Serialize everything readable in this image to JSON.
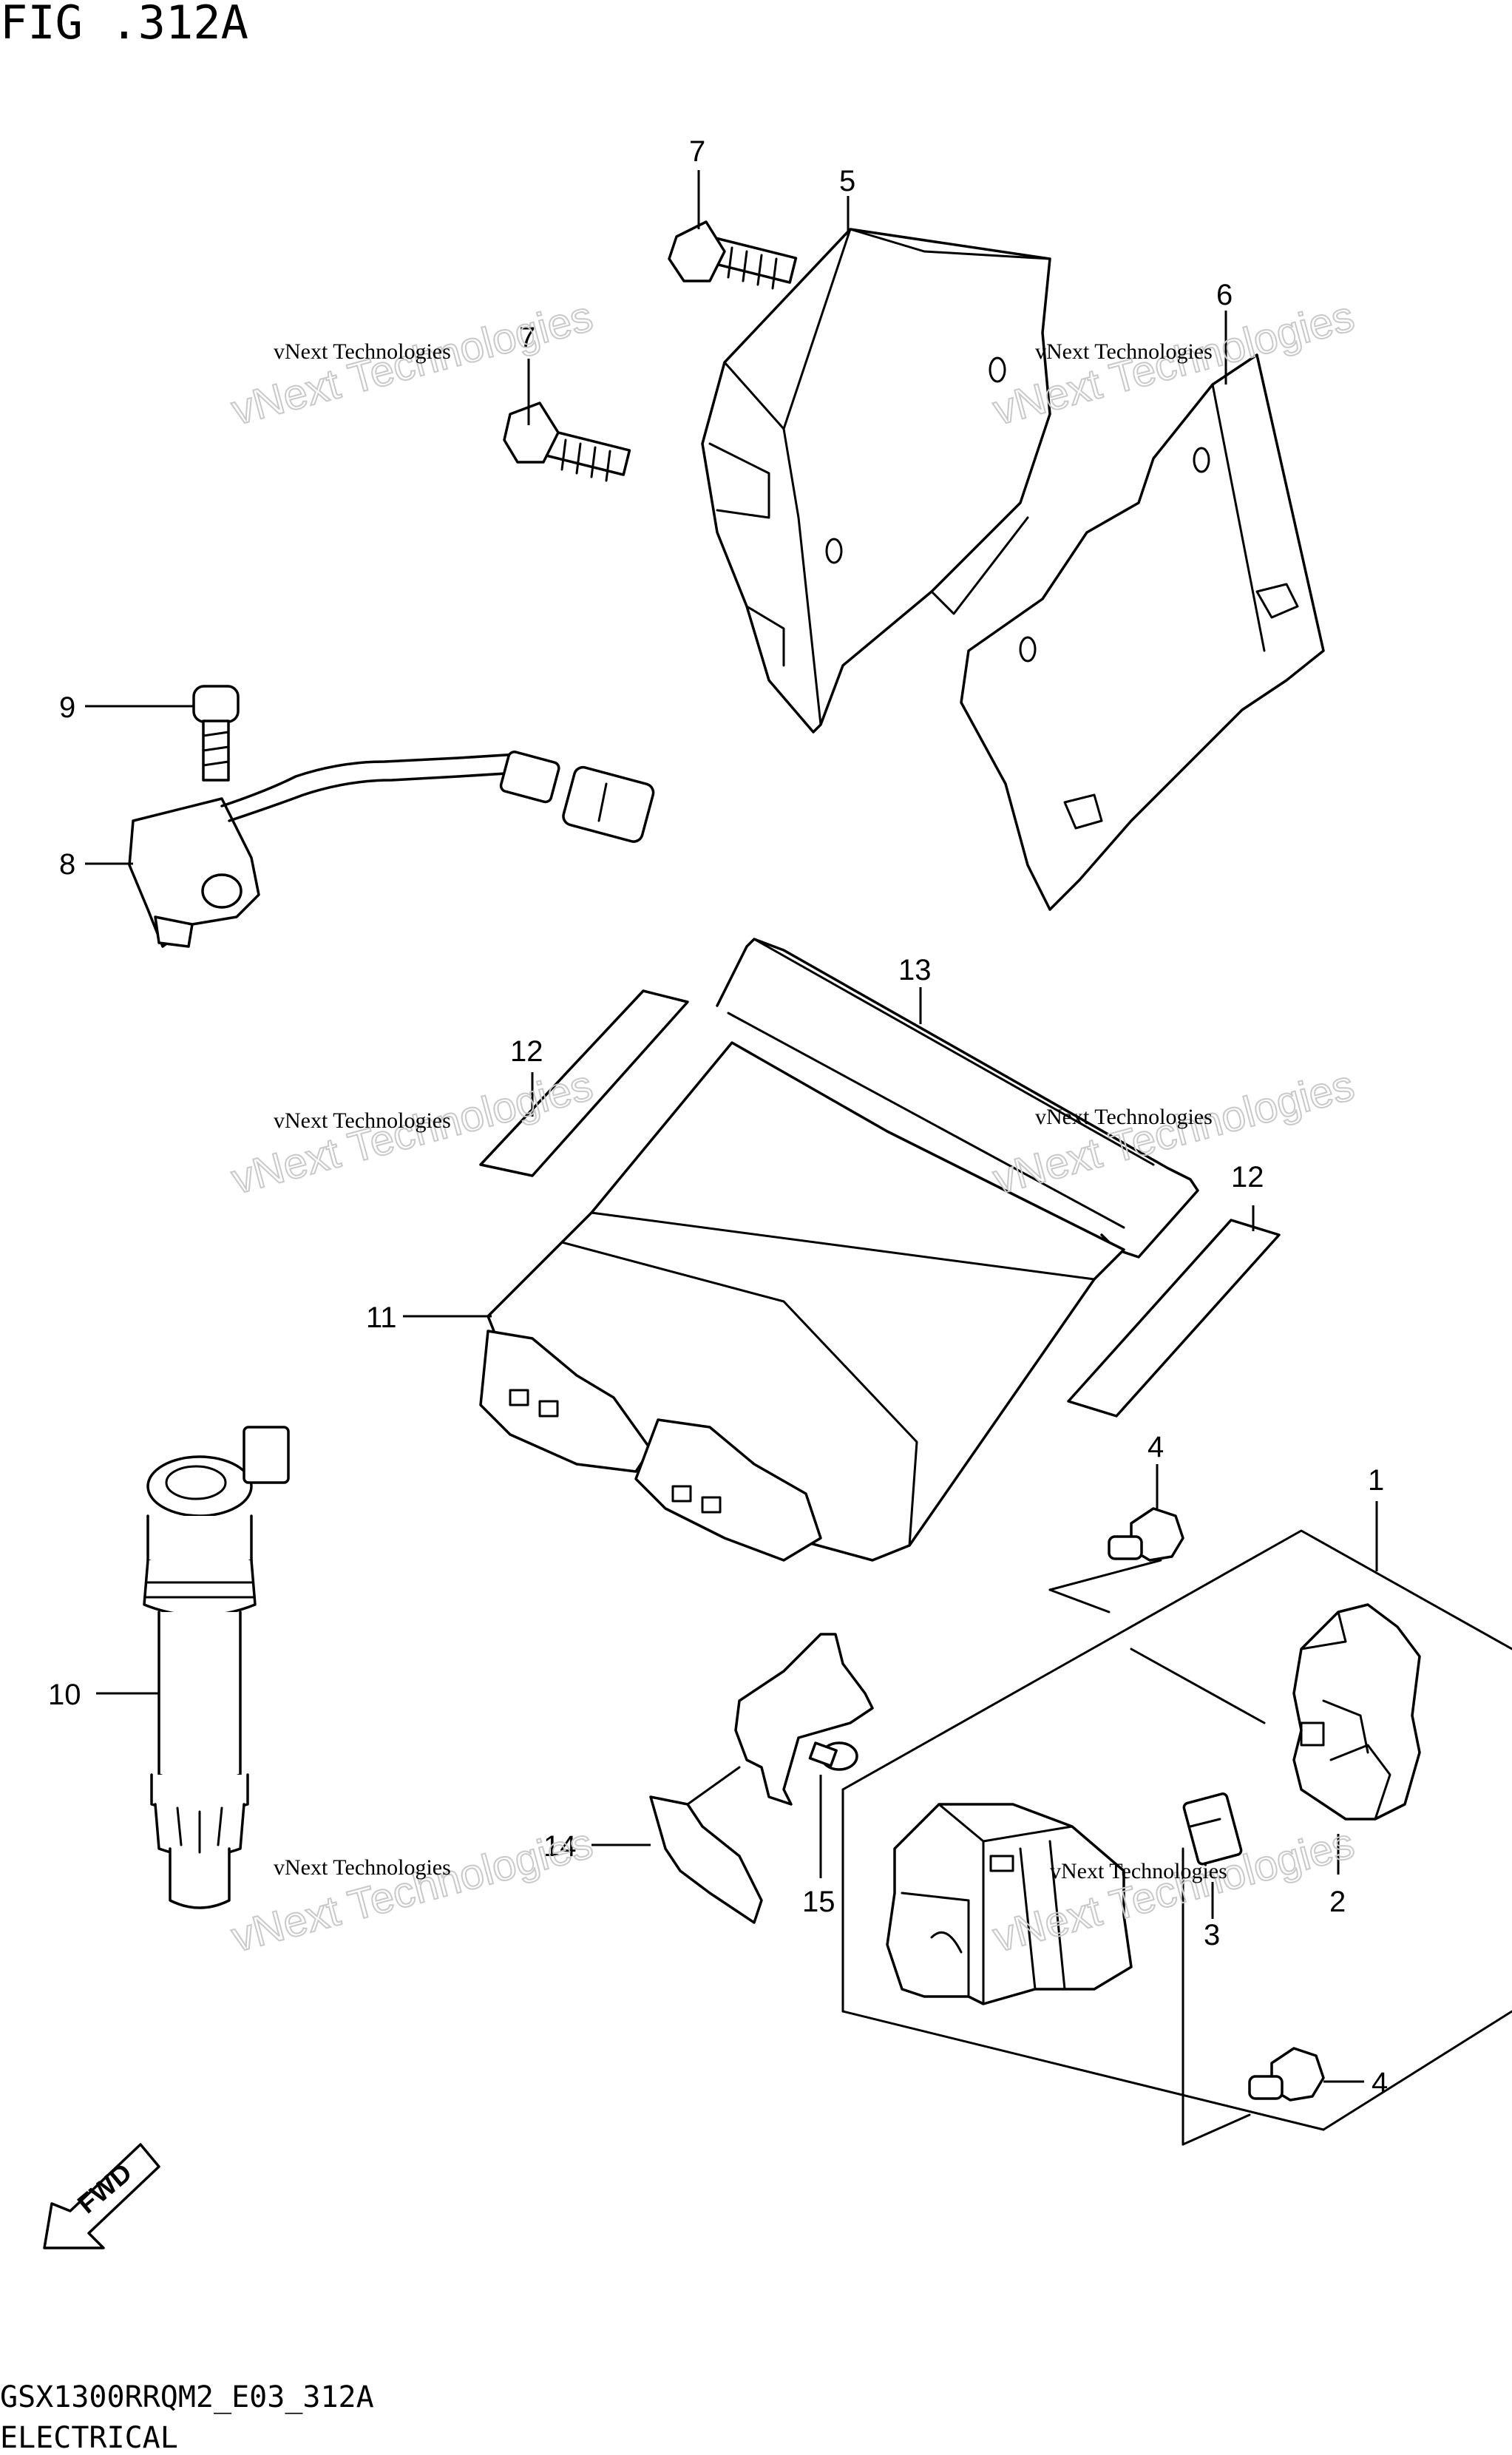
{
  "figure": {
    "title": "FIG .312A",
    "code": "GSX1300RRQM2_E03_312A",
    "section": "ELECTRICAL"
  },
  "callouts": [
    "1",
    "2",
    "3",
    "4",
    "4",
    "5",
    "6",
    "7",
    "7",
    "8",
    "9",
    "10",
    "11",
    "12",
    "12",
    "13",
    "14",
    "15"
  ],
  "watermarks": {
    "small": "vNext Technologies",
    "large": "vNext Technologies"
  },
  "fwd_label": "FWD"
}
